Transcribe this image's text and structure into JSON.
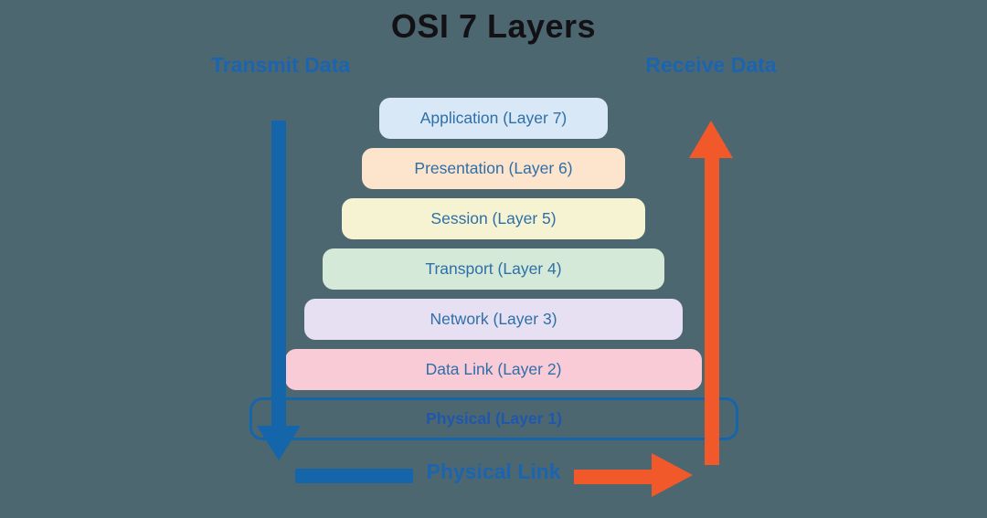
{
  "title": "OSI 7 Layers",
  "transmit_label": "Transmit Data",
  "receive_label": "Receive Data",
  "physical_link_label": "Physical Link",
  "layers": [
    {
      "label": "Application (Layer 7)",
      "fill": "#d9e8f7",
      "text": "#2e6fa8"
    },
    {
      "label": "Presentation (Layer 6)",
      "fill": "#fce4cd",
      "text": "#2e6fa8"
    },
    {
      "label": "Session (Layer 5)",
      "fill": "#f6f3d3",
      "text": "#2e6fa8"
    },
    {
      "label": "Transport (Layer 4)",
      "fill": "#d4e9d8",
      "text": "#2e6fa8"
    },
    {
      "label": "Network (Layer 3)",
      "fill": "#e6e0f2",
      "text": "#2e6fa8"
    },
    {
      "label": "Data Link (Layer 2)",
      "fill": "#f9cbd7",
      "text": "#2e6fa8"
    },
    {
      "label": "Physical (Layer 1)",
      "fill": "transparent",
      "text": "#1e57ae"
    }
  ],
  "colors": {
    "background": "#4d6770",
    "title_text": "#121216",
    "label_text": "#1b64b0",
    "transmit_arrow": "#1565aa",
    "receive_arrow": "#f1592b",
    "physical_border": "#1565aa"
  }
}
